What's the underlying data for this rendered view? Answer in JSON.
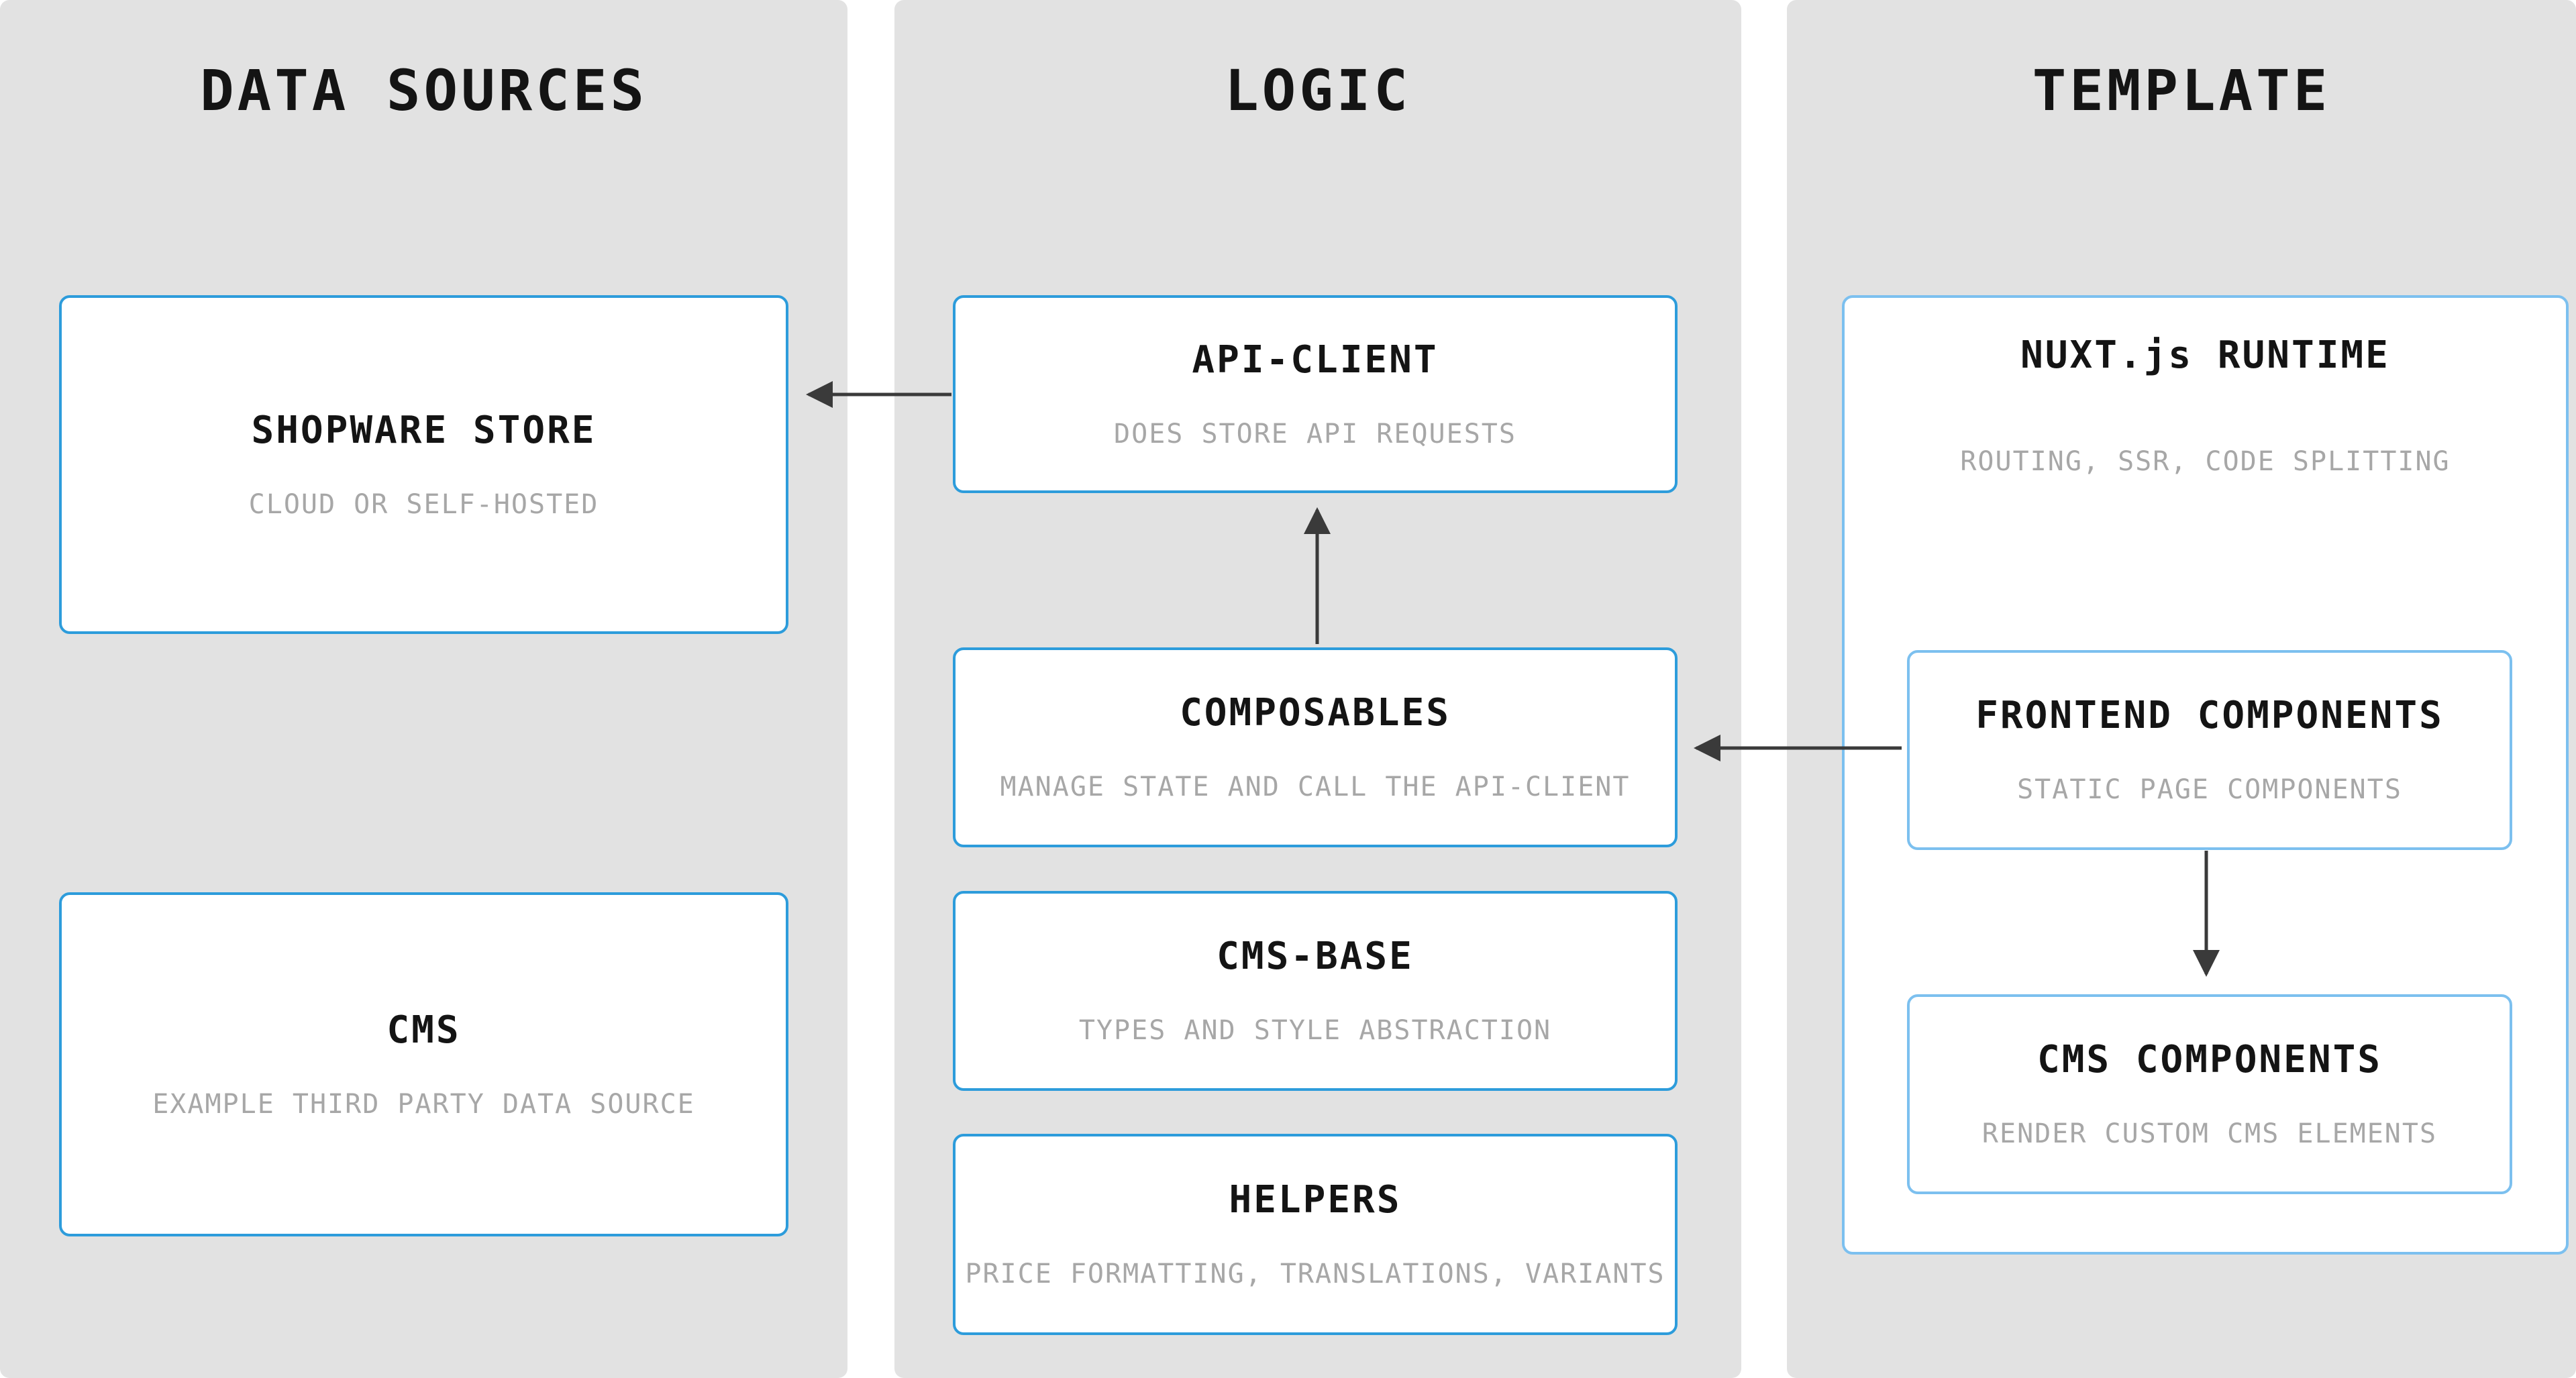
{
  "diagram": {
    "columns": [
      {
        "title": "DATA SOURCES",
        "boxes": [
          {
            "title": "SHOPWARE STORE",
            "subtitle": "CLOUD OR SELF-HOSTED"
          },
          {
            "title": "CMS",
            "subtitle": "EXAMPLE THIRD PARTY DATA SOURCE"
          }
        ]
      },
      {
        "title": "LOGIC",
        "boxes": [
          {
            "title": "API-CLIENT",
            "subtitle": "DOES STORE API REQUESTS"
          },
          {
            "title": "COMPOSABLES",
            "subtitle": "MANAGE STATE AND CALL THE API-CLIENT"
          },
          {
            "title": "CMS-BASE",
            "subtitle": "TYPES AND STYLE ABSTRACTION"
          },
          {
            "title": "HELPERS",
            "subtitle": "PRICE FORMATTING, TRANSLATIONS, VARIANTS"
          }
        ]
      },
      {
        "title": "TEMPLATE",
        "boxes": [
          {
            "title": "NUXT.js RUNTIME",
            "subtitle": "ROUTING, SSR, CODE SPLITTING"
          },
          {
            "title": "FRONTEND COMPONENTS",
            "subtitle": "STATIC PAGE COMPONENTS"
          },
          {
            "title": "CMS COMPONENTS",
            "subtitle": "RENDER CUSTOM CMS ELEMENTS"
          }
        ]
      }
    ],
    "edges": [
      {
        "from": "API-CLIENT",
        "to": "SHOPWARE STORE"
      },
      {
        "from": "COMPOSABLES",
        "to": "API-CLIENT"
      },
      {
        "from": "FRONTEND COMPONENTS",
        "to": "COMPOSABLES"
      },
      {
        "from": "FRONTEND COMPONENTS",
        "to": "CMS COMPONENTS"
      }
    ],
    "colors": {
      "column_bg": "#e2e2e2",
      "box_border": "#2d9cdb",
      "box_border_light": "#7cc0ef",
      "title_text": "#141414",
      "subtitle_text": "#a7a7a7",
      "arrow": "#3a3a3a"
    }
  }
}
